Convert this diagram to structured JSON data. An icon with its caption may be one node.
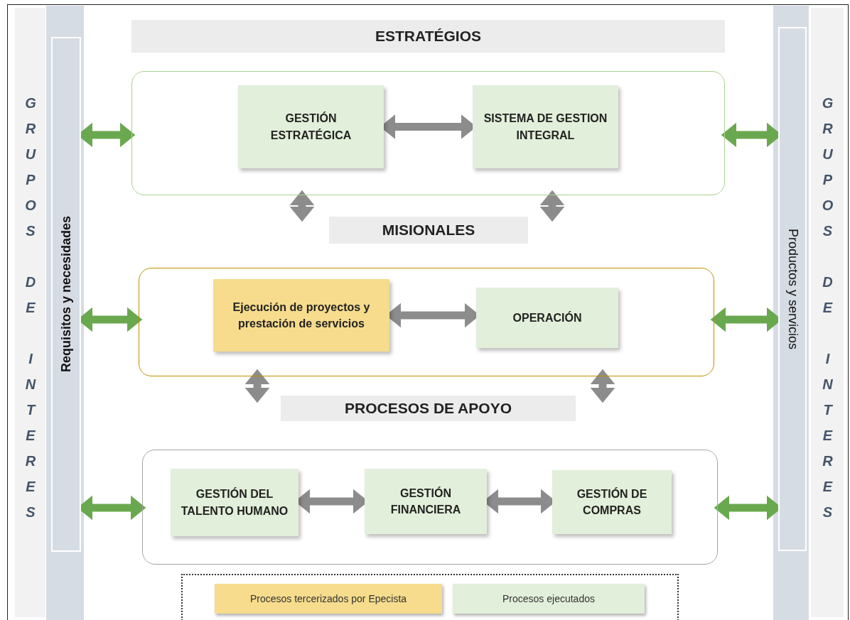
{
  "diagram": {
    "nodes": [
      {
        "text": [
          "GRUPOS DE INTERES"
        ]
      },
      {
        "text": [
          "Requisitos y necesidades"
        ]
      },
      {
        "text": [
          "ESTRATÉGIOS"
        ]
      },
      {
        "text": [
          "GESTIÓN ESTRATÉGICA"
        ],
        "in": 2
      },
      {
        "text": [
          "SISTEMA DE GESTION INTEGRAL"
        ],
        "in": 2
      },
      {
        "text": [
          "MISIONALES"
        ]
      },
      {
        "text": [
          "Ejecución de proyectos y prestación de servicios"
        ],
        "in": 5
      },
      {
        "text": [
          "OPERACIÓN"
        ],
        "in": 5
      },
      {
        "text": [
          "PROCESOS DE APOYO"
        ]
      },
      {
        "text": [
          "GESTIÓN DEL TALENTO HUMANO"
        ],
        "in": 8
      },
      {
        "text": [
          "GESTIÓN FINANCIERA"
        ],
        "in": 8
      },
      {
        "text": [
          "GESTIÓN DE COMPRAS"
        ],
        "in": 8
      },
      {
        "text": [
          "Productos y servicios"
        ]
      },
      {
        "text": [
          "GRUPOS DE INTERES"
        ]
      }
    ],
    "edges": [
      {
        "from": 3,
        "to": 4,
        "arrow": "both"
      },
      {
        "from": 2,
        "to": 5,
        "arrow": "both"
      },
      {
        "from": 2,
        "to": 5,
        "arrow": "both"
      },
      {
        "from": 6,
        "to": 7,
        "arrow": "both"
      },
      {
        "from": 5,
        "to": 8,
        "arrow": "both"
      },
      {
        "from": 5,
        "to": 8,
        "arrow": "both"
      },
      {
        "from": 9,
        "to": 10,
        "arrow": "both"
      },
      {
        "from": 10,
        "to": 11,
        "arrow": "both"
      },
      {
        "from": 1,
        "to": 2,
        "arrow": "both",
        "color": "#6aa84f"
      },
      {
        "from": 1,
        "to": 5,
        "arrow": "both",
        "color": "#6aa84f"
      },
      {
        "from": 1,
        "to": 8,
        "arrow": "both",
        "color": "#6aa84f"
      },
      {
        "from": 2,
        "to": 12,
        "arrow": "both",
        "color": "#6aa84f"
      },
      {
        "from": 5,
        "to": 12,
        "arrow": "both",
        "color": "#6aa84f"
      },
      {
        "from": 8,
        "to": 12,
        "arrow": "both",
        "color": "#6aa84f"
      }
    ],
    "legend": [
      {
        "text": "Procesos tercerizados por Epecista",
        "color": "#f6dc8c"
      },
      {
        "text": "Procesos ejecutados",
        "color": "#e2efda"
      }
    ]
  }
}
